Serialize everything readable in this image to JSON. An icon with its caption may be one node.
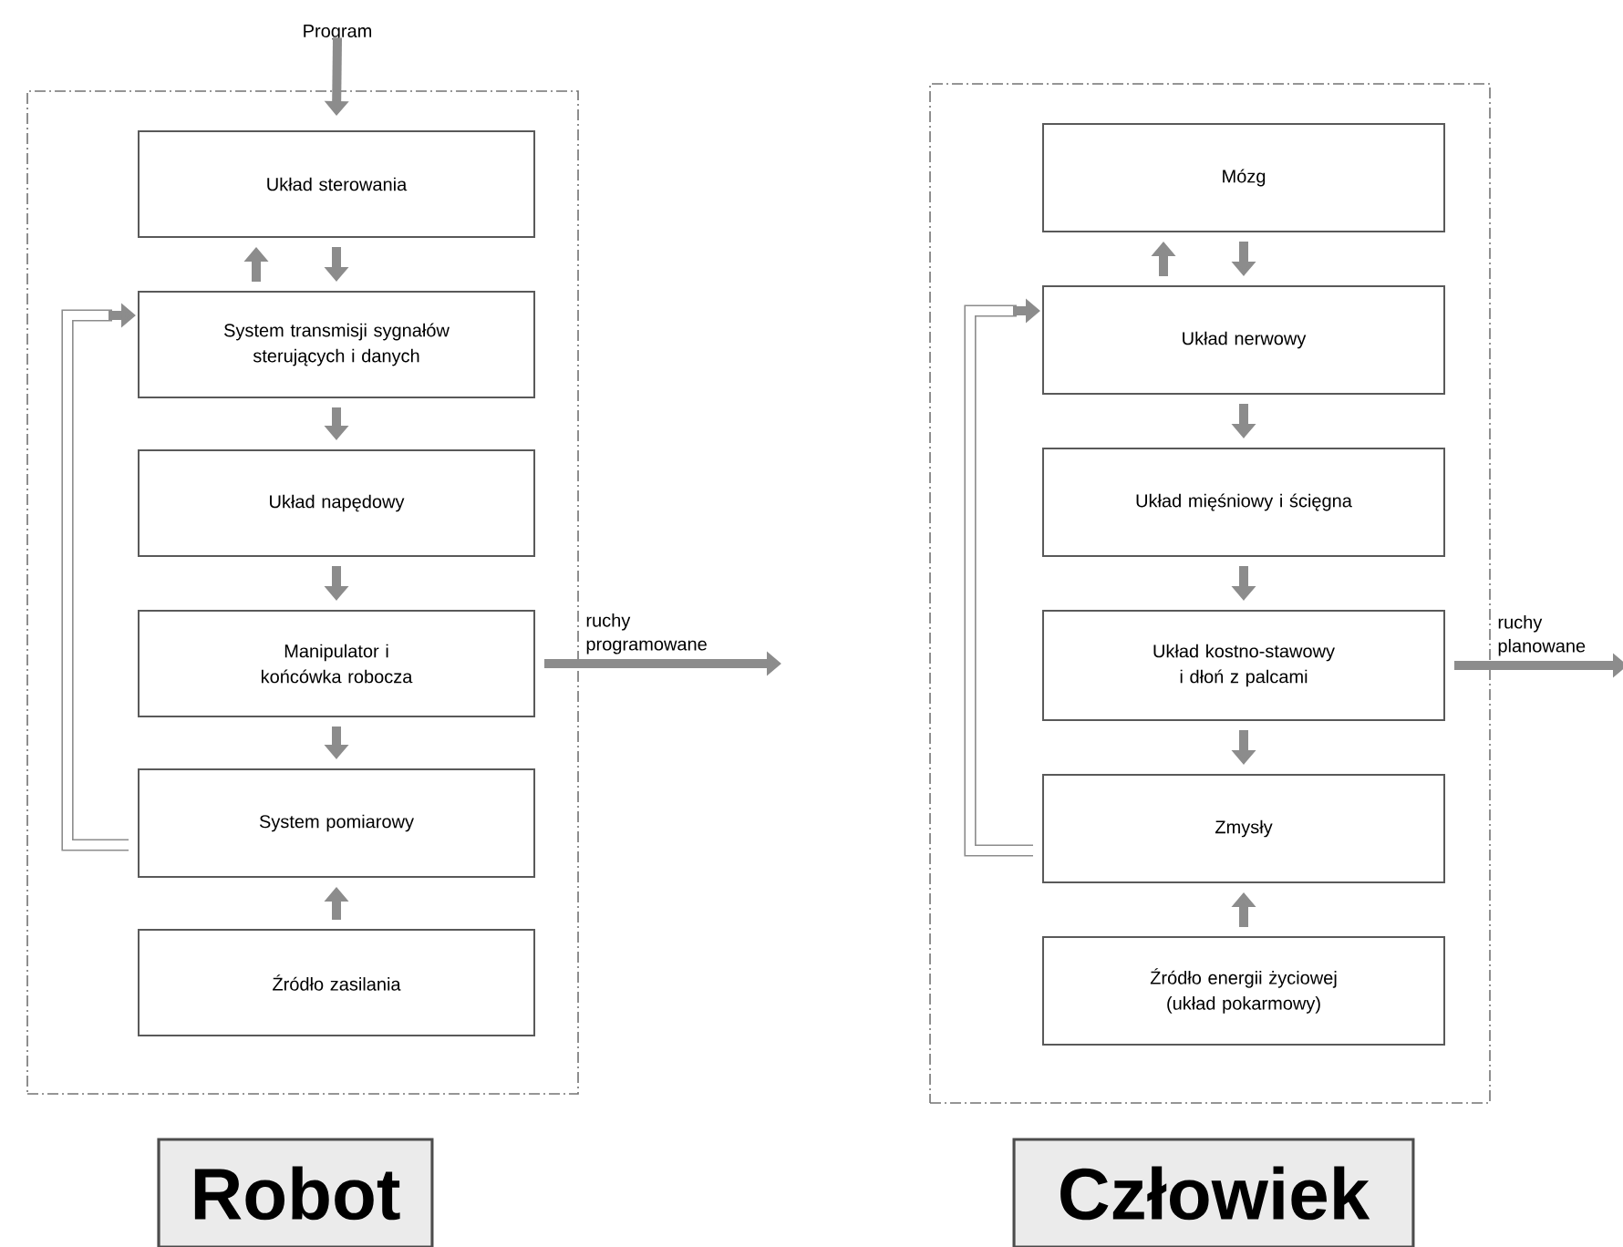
{
  "diagram": {
    "nodes": [
      {
        "text": [
          "Program"
        ]
      },
      {
        "text": [],
        "shape": "box"
      },
      {
        "text": [
          "Układ sterowania"
        ],
        "in": 1
      },
      {
        "text": [
          "System transmisji sygnałów sterujących i danych"
        ],
        "in": 1
      },
      {
        "text": [
          "Układ napędowy"
        ],
        "in": 1
      },
      {
        "text": [
          "Manipulator i końcówka robocza"
        ],
        "in": 1
      },
      {
        "text": [
          "System pomiarowy"
        ],
        "in": 1
      },
      {
        "text": [
          "Źródło zasilania"
        ],
        "in": 1
      },
      {
        "text": [
          "Robot"
        ]
      },
      {
        "text": [],
        "shape": "box"
      },
      {
        "text": [
          "Mózg"
        ],
        "in": 9
      },
      {
        "text": [
          "Układ nerwowy"
        ],
        "in": 9
      },
      {
        "text": [
          "Układ mięśniowy i ścięgna"
        ],
        "in": 9
      },
      {
        "text": [
          "Układ kostno-stawowy i dłoń z palcami"
        ],
        "in": 9
      },
      {
        "text": [
          "Zmysły"
        ],
        "in": 9
      },
      {
        "text": [
          "Źródło energii życiowej (układ pokarmowy)"
        ],
        "in": 9
      },
      {
        "text": [
          "Człowiek"
        ]
      }
    ],
    "edges": [
      {
        "from": 0,
        "to": 2,
        "arrow": "to"
      },
      {
        "from": 2,
        "to": 3,
        "arrow": "to"
      },
      {
        "from": 3,
        "to": 2,
        "arrow": "to"
      },
      {
        "from": 3,
        "to": 4,
        "arrow": "to"
      },
      {
        "from": 4,
        "to": 5,
        "arrow": "to"
      },
      {
        "from": 5,
        "to": 6,
        "arrow": "to"
      },
      {
        "from": 7,
        "to": 6,
        "arrow": "to"
      },
      {
        "from": 6,
        "to": 3,
        "arrow": "to"
      },
      {
        "from": 5,
        "to": null,
        "arrow": "to",
        "label": "ruchy programowane"
      },
      {
        "from": 10,
        "to": 11,
        "arrow": "to"
      },
      {
        "from": 11,
        "to": 10,
        "arrow": "to"
      },
      {
        "from": 11,
        "to": 12,
        "arrow": "to"
      },
      {
        "from": 12,
        "to": 13,
        "arrow": "to"
      },
      {
        "from": 13,
        "to": 14,
        "arrow": "to"
      },
      {
        "from": 15,
        "to": 14,
        "arrow": "to"
      },
      {
        "from": 14,
        "to": 11,
        "arrow": "to"
      },
      {
        "from": 13,
        "to": null,
        "arrow": "to",
        "label": "ruchy planowane"
      }
    ]
  }
}
